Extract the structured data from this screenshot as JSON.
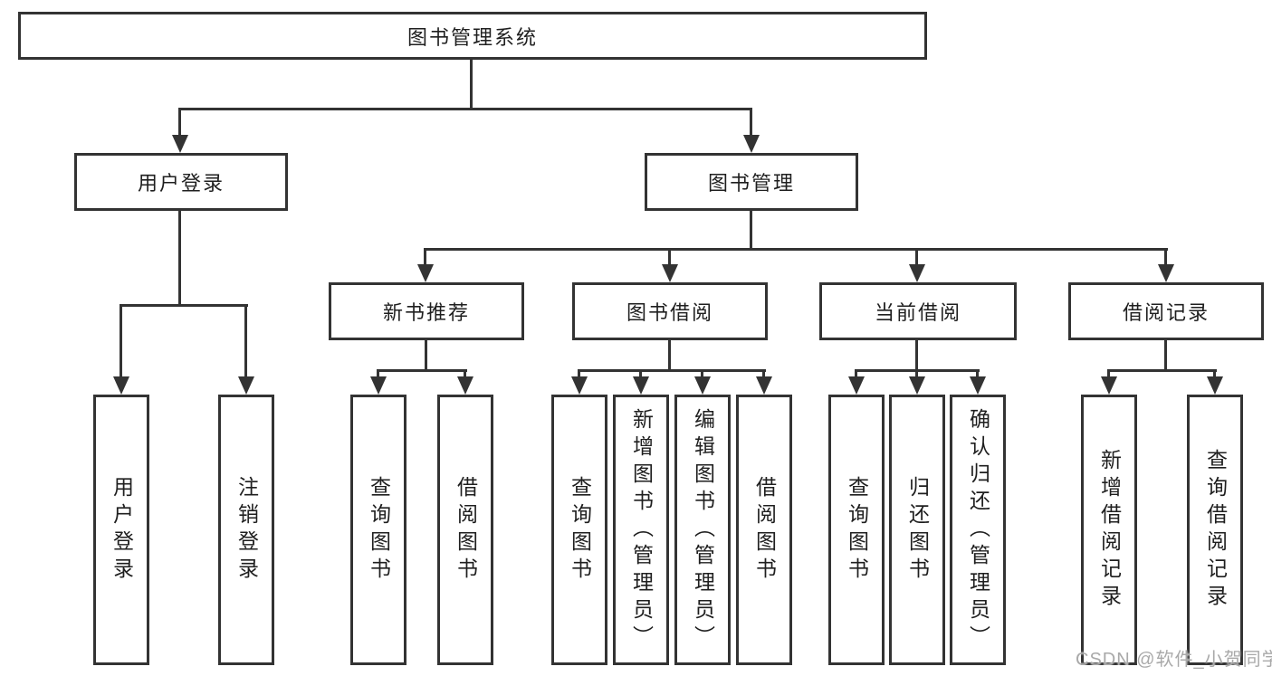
{
  "root": {
    "label": "图书管理系统"
  },
  "level2": {
    "user_login": {
      "label": "用户登录"
    },
    "book_mgmt": {
      "label": "图书管理"
    }
  },
  "level3": {
    "new_books": {
      "label": "新书推荐"
    },
    "borrowing": {
      "label": "图书借阅"
    },
    "current": {
      "label": "当前借阅"
    },
    "records": {
      "label": "借阅记录"
    }
  },
  "leaves": {
    "user_login": "用户登录",
    "logout": "注销登录",
    "nb_query": "查询图书",
    "nb_borrow": "借阅图书",
    "bb_query": "查询图书",
    "bb_add": "新增图书（管理员）",
    "bb_edit": "编辑图书（管理员）",
    "bb_borrow": "借阅图书",
    "cb_query": "查询图书",
    "cb_return": "归还图书",
    "cb_confirm": "确认归还（管理员）",
    "rec_add": "新增借阅记录",
    "rec_query": "查询借阅记录"
  },
  "watermark": "CSDN @软件_小贺同学",
  "colors": {
    "line": "#333333",
    "text": "#1f1f1f",
    "watermark": "#a9a9a9",
    "background": "#ffffff"
  }
}
